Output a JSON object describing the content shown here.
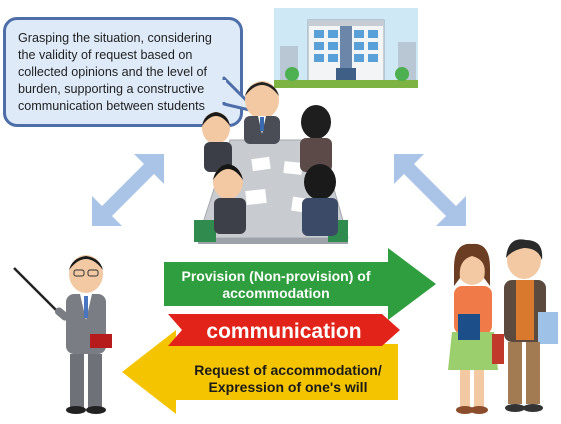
{
  "bubble": {
    "text": "Grasping the situation, considering the validity of request based on collected opinions and the level of burden, supporting a constructive communication between students"
  },
  "arrows": {
    "provision_line1": "Provision (Non-provision) of",
    "provision_line2": "accommodation",
    "communication": "communication",
    "request_line1": "Request of accommodation/",
    "request_line2": "Expression of one's will"
  },
  "colors": {
    "green_arrow": "#2e9e3e",
    "red_band": "#e2231a",
    "yellow_arrow": "#f5c400",
    "blue_arrows": "#a9c4e6",
    "bubble_border": "#4d6ea8",
    "bubble_fill": "#dfeaf8"
  },
  "icons": {
    "building": "office-building-illustration",
    "meeting": "meeting-table-illustration",
    "teacher": "teacher-with-pointer-illustration",
    "students": "two-students-illustration"
  }
}
